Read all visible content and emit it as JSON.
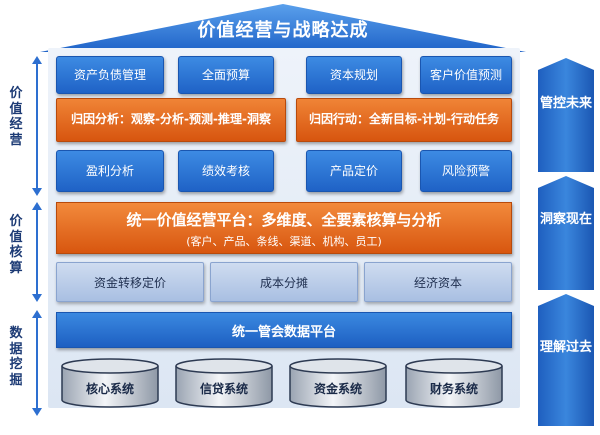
{
  "title": "价值经营与战略达成",
  "colors": {
    "blue": "#1f62c6",
    "orange": "#d7550f",
    "light_blue": "#a9bfe2",
    "dark_navy": "#1d3b75"
  },
  "top_row": [
    "资产负债管理",
    "全面预算",
    "资本规划",
    "客户价值预测"
  ],
  "attribution": {
    "analysis": "归因分析：观察-分析-预测-推理-洞察",
    "action": "归因行动：全新目标-计划-行动任务"
  },
  "mid_row": [
    "盈利分析",
    "绩效考核",
    "产品定价",
    "风险预警"
  ],
  "platform": {
    "title": "统一价值经营平台：多维度、全要素核算与分析",
    "subtitle": "(客户、产品、条线、渠道、机构、员工)"
  },
  "accounting_row": [
    "资金转移定价",
    "成本分摊",
    "经济资本"
  ],
  "data_platform": "统一管会数据平台",
  "systems": [
    "核心系统",
    "信贷系统",
    "资金系统",
    "财务系统"
  ],
  "left_labels": [
    "价值经营",
    "价值核算",
    "数据挖掘"
  ],
  "right_labels": [
    "管控未来",
    "洞察现在",
    "理解过去"
  ]
}
